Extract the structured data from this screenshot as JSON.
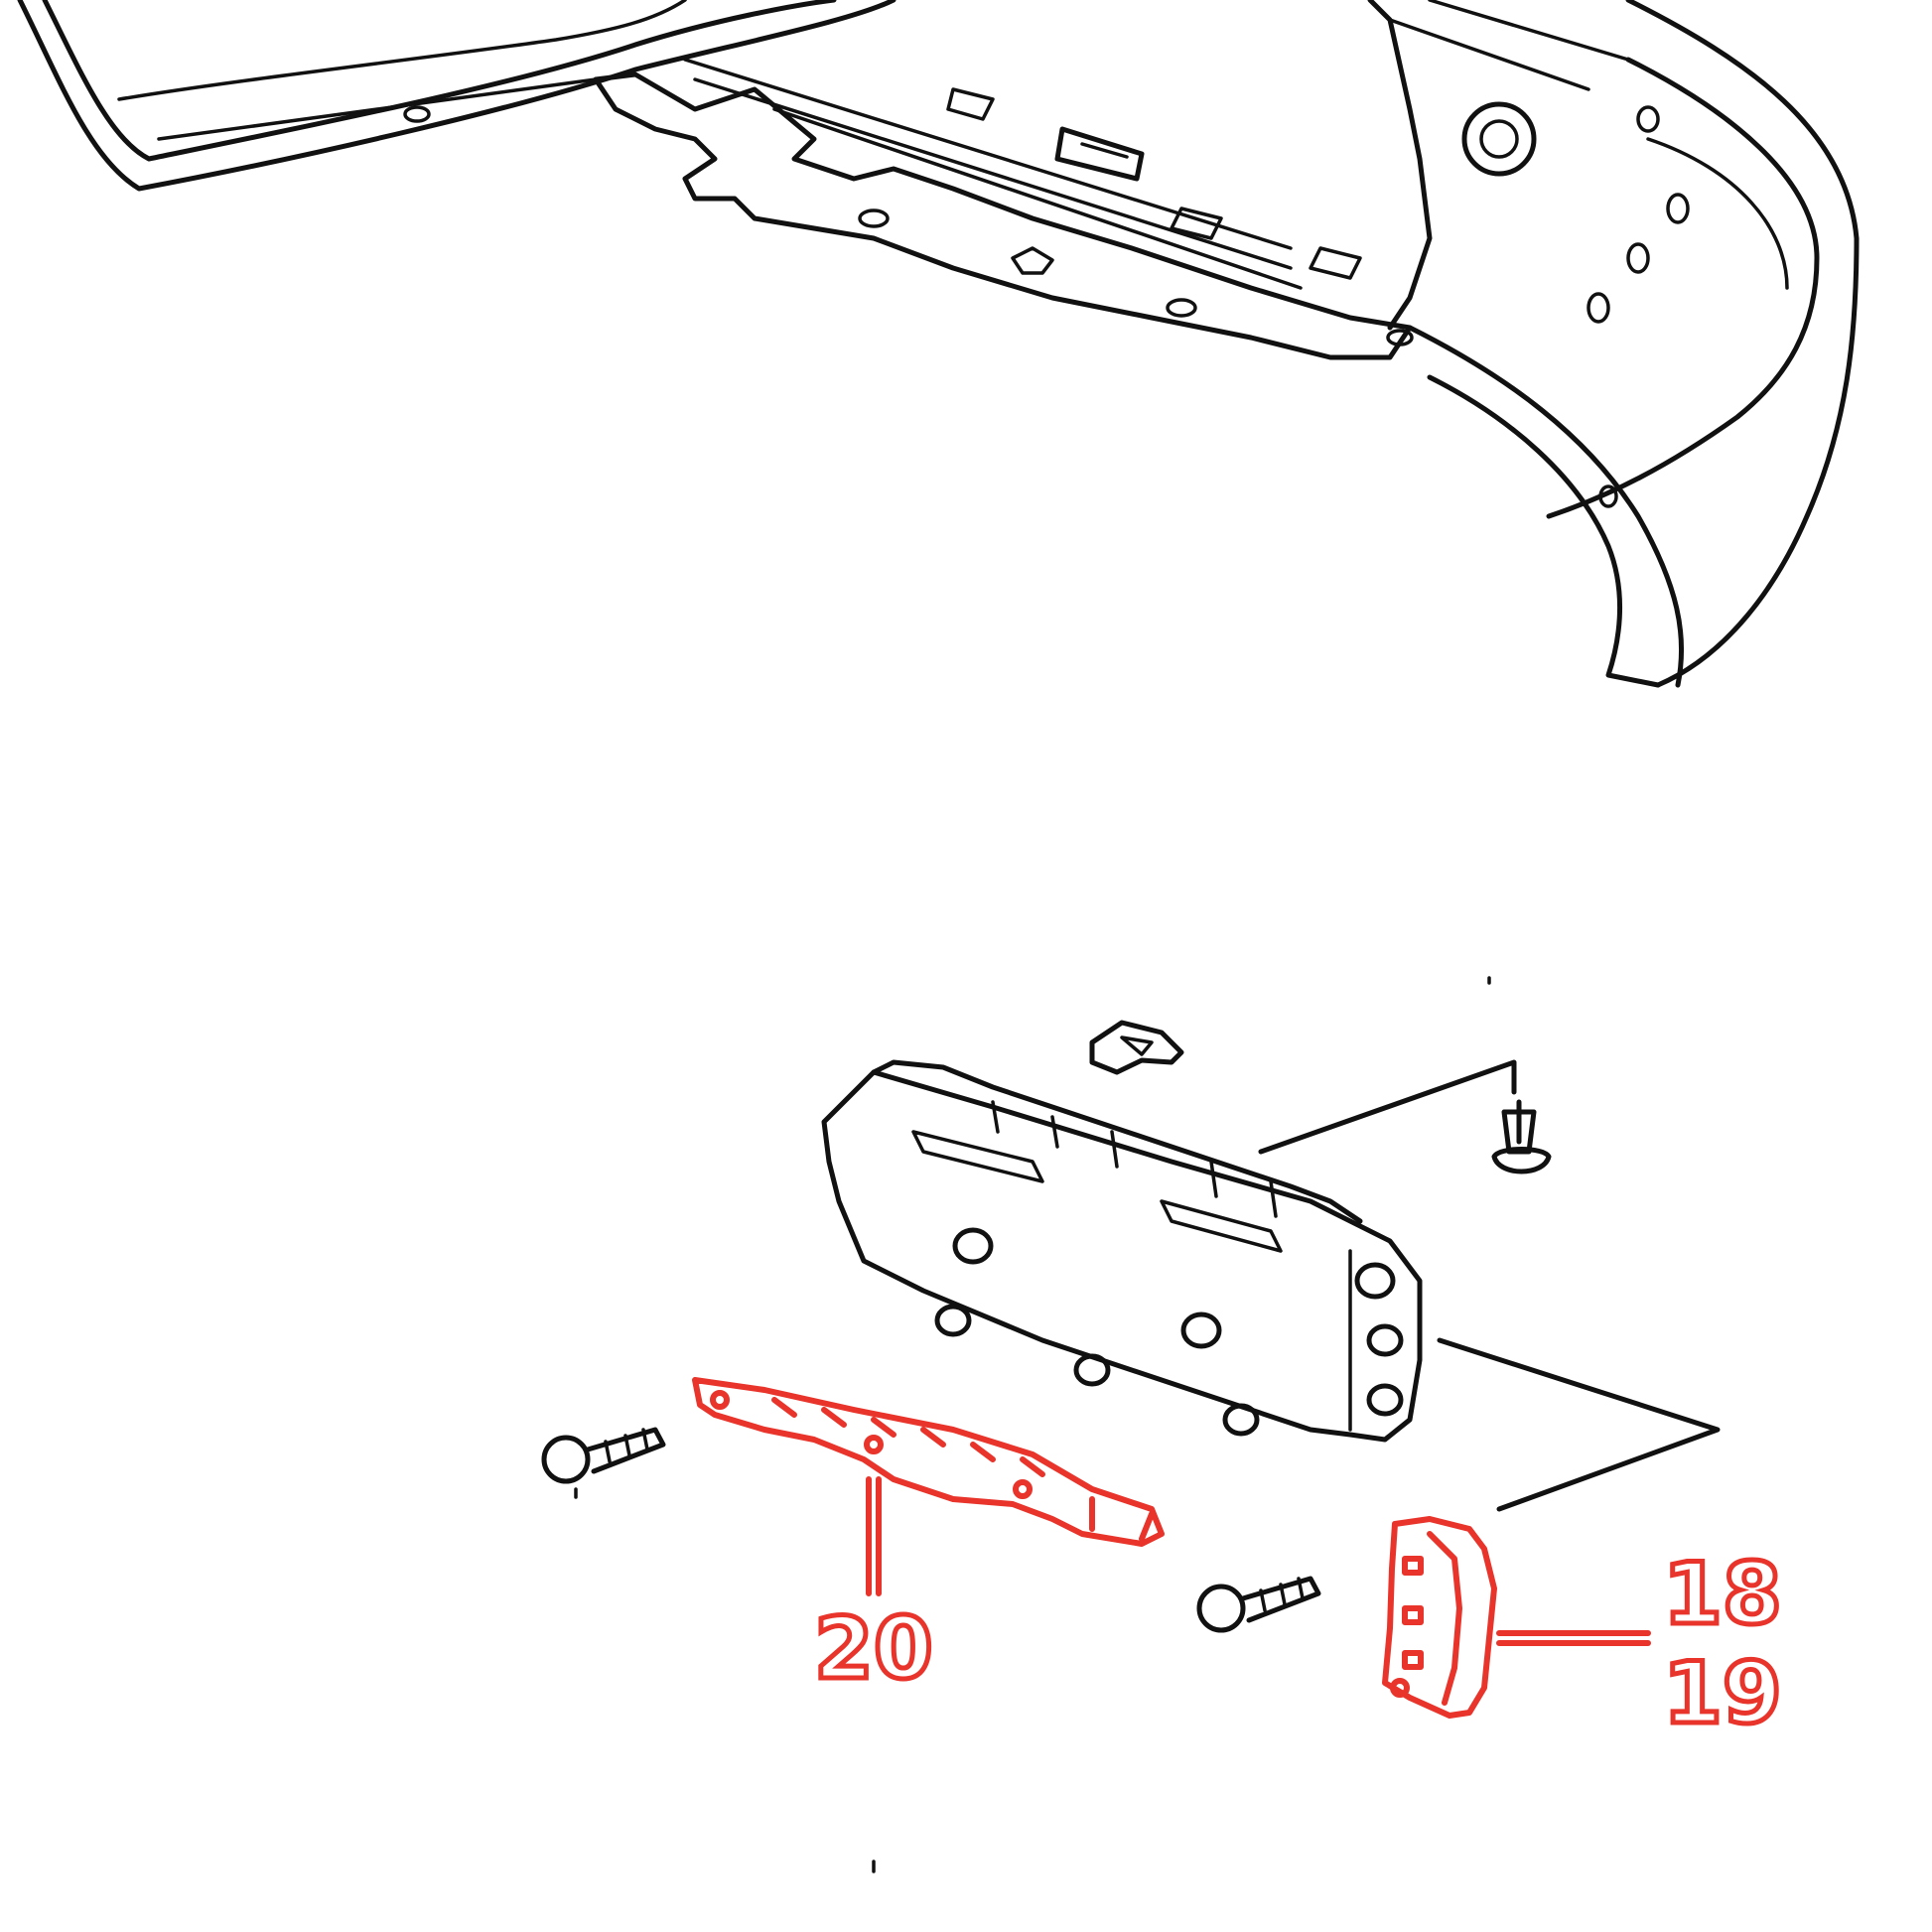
{
  "diagram": {
    "callouts": [
      {
        "id": "20",
        "label": "20"
      },
      {
        "id": "18",
        "label": "18"
      },
      {
        "id": "19",
        "label": "19"
      }
    ],
    "colors": {
      "line": "#111111",
      "highlight": "#e8342a",
      "background": "#ffffff"
    }
  }
}
